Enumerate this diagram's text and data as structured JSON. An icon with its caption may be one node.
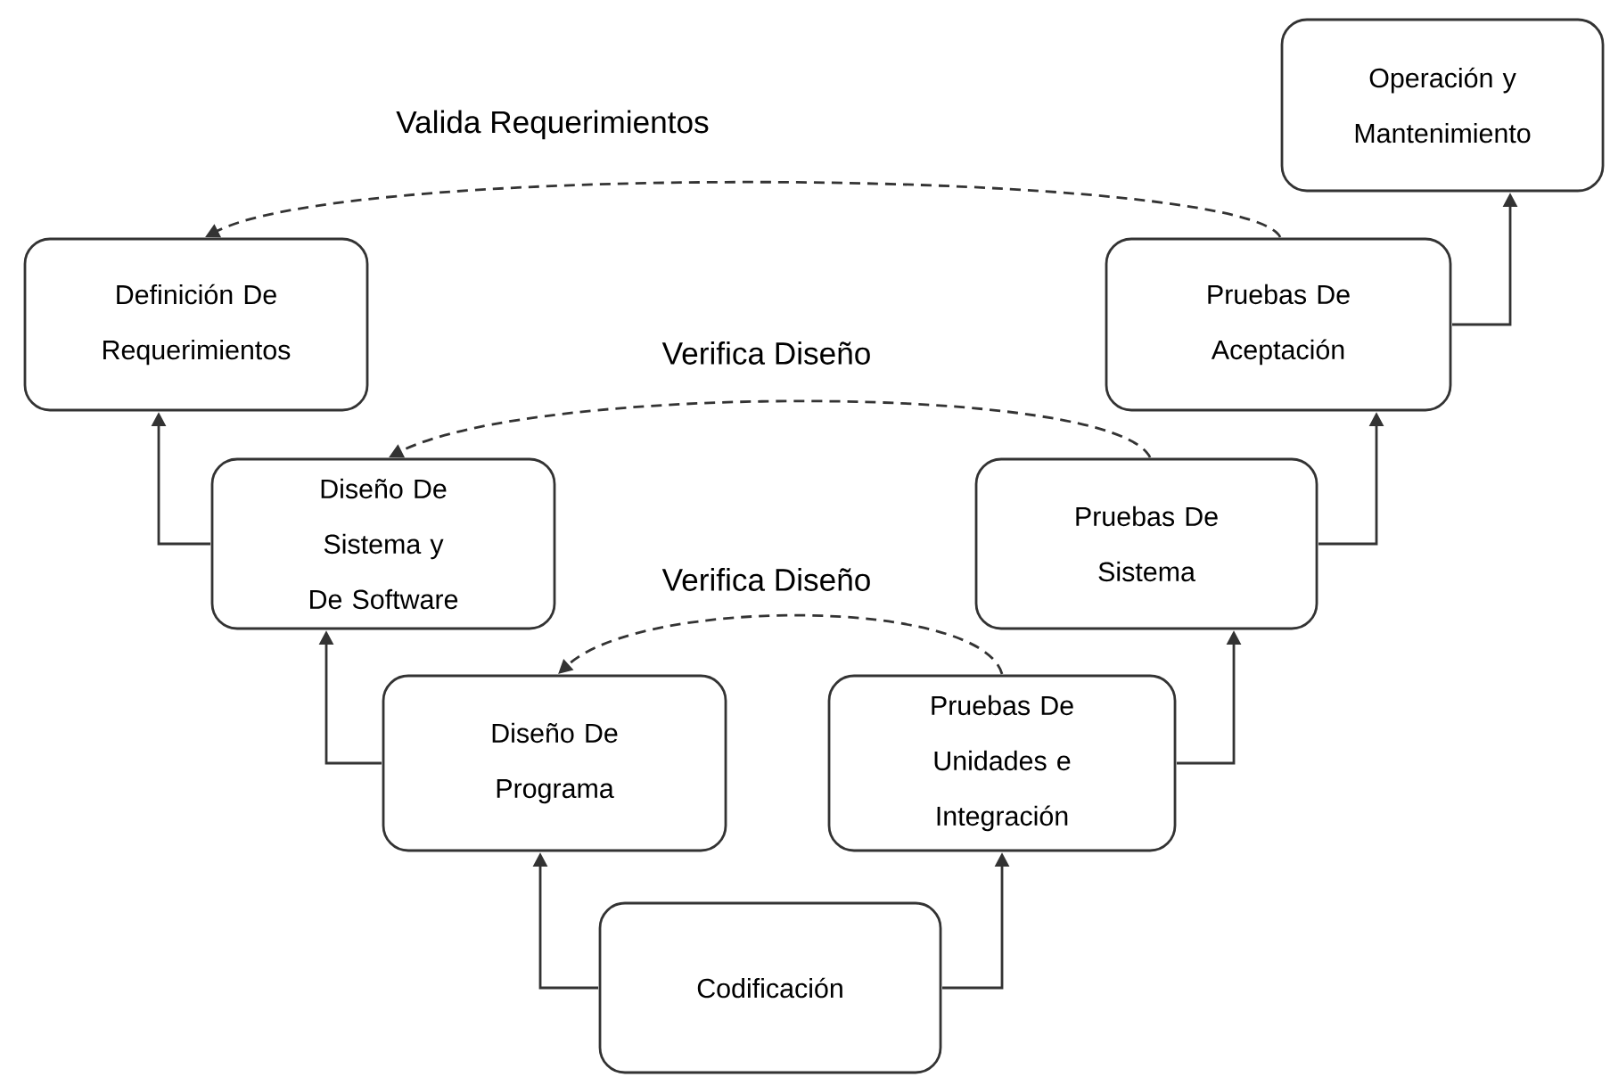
{
  "diagram": {
    "nodes": [
      {
        "text": [
          "Definición De Requerimientos"
        ]
      },
      {
        "text": [
          "Diseño De Sistema y De Software"
        ]
      },
      {
        "text": [
          "Diseño De Programa"
        ]
      },
      {
        "text": [
          "Codificación"
        ]
      },
      {
        "text": [
          "Pruebas De Unidades e Integración"
        ]
      },
      {
        "text": [
          "Pruebas De Sistema"
        ]
      },
      {
        "text": [
          "Pruebas De Aceptación"
        ]
      },
      {
        "text": [
          "Operación y Mantenimiento"
        ]
      }
    ],
    "edges": [
      {
        "from": 1,
        "to": 0,
        "arrow": "to"
      },
      {
        "from": 2,
        "to": 1,
        "arrow": "to"
      },
      {
        "from": 3,
        "to": 2,
        "arrow": "to"
      },
      {
        "from": 3,
        "to": 4,
        "arrow": "to"
      },
      {
        "from": 4,
        "to": 5,
        "arrow": "to"
      },
      {
        "from": 5,
        "to": 6,
        "arrow": "to"
      },
      {
        "from": 6,
        "to": 7,
        "arrow": "to"
      },
      {
        "from": 6,
        "to": 0,
        "arrow": "to",
        "style": "dashed",
        "label": "Valida Requerimientos"
      },
      {
        "from": 5,
        "to": 1,
        "arrow": "to",
        "style": "dashed",
        "label": "Verifica Diseño"
      },
      {
        "from": 4,
        "to": 2,
        "arrow": "to",
        "style": "dashed",
        "label": "Verifica Diseño"
      }
    ]
  }
}
